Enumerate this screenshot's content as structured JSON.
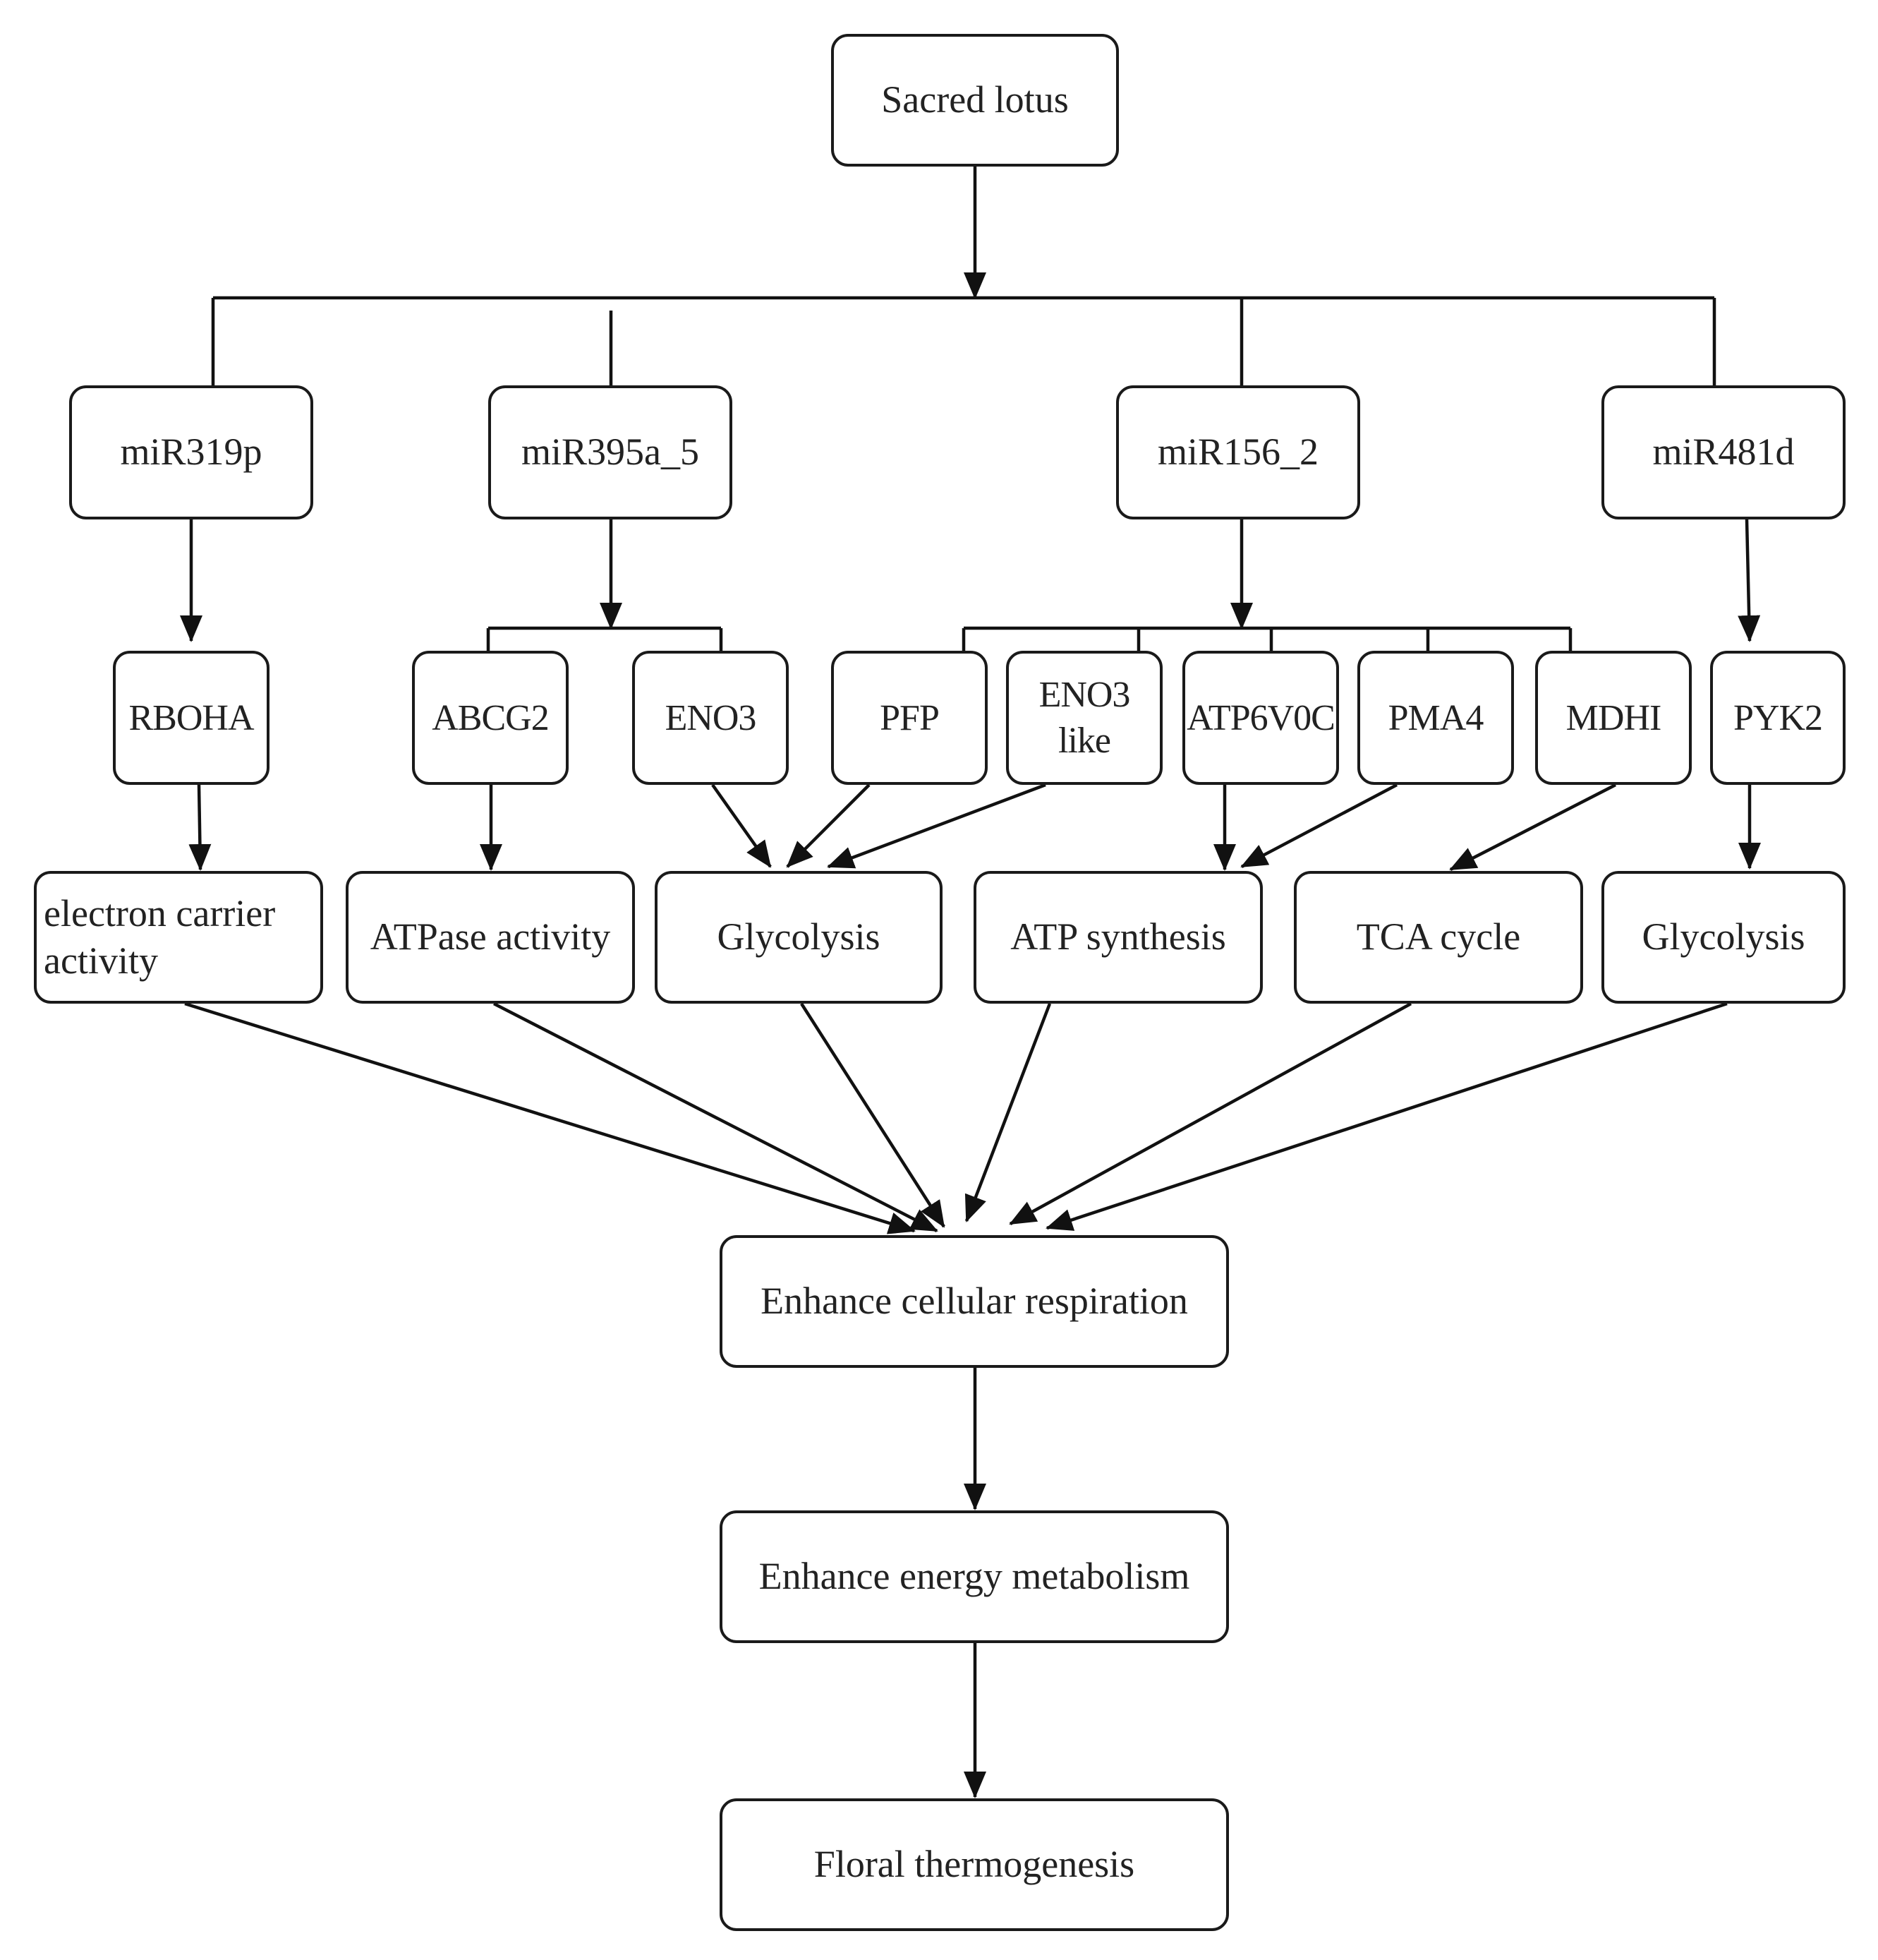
{
  "diagram": {
    "root": {
      "label": "Sacred lotus"
    },
    "mirnas": [
      {
        "label": "miR319p"
      },
      {
        "label": "miR395a_5"
      },
      {
        "label": "miR156_2"
      },
      {
        "label": "miR481d"
      }
    ],
    "genes": [
      {
        "label": "RBOHA"
      },
      {
        "label": "ABCG2"
      },
      {
        "label": "ENO3"
      },
      {
        "label": "PFP"
      },
      {
        "label": "ENO3\nlike"
      },
      {
        "label": "ATP6V0C"
      },
      {
        "label": "PMA4"
      },
      {
        "label": "MDHI"
      },
      {
        "label": "PYK2"
      }
    ],
    "processes": [
      {
        "label": "electron carrier\nactivity"
      },
      {
        "label": "ATPase activity"
      },
      {
        "label": "Glycolysis"
      },
      {
        "label": "ATP synthesis"
      },
      {
        "label": "TCA cycle"
      },
      {
        "label": "Glycolysis"
      }
    ],
    "outcomes": [
      {
        "label": "Enhance cellular respiration"
      },
      {
        "label": "Enhance energy metabolism"
      },
      {
        "label": "Floral thermogenesis"
      }
    ]
  }
}
